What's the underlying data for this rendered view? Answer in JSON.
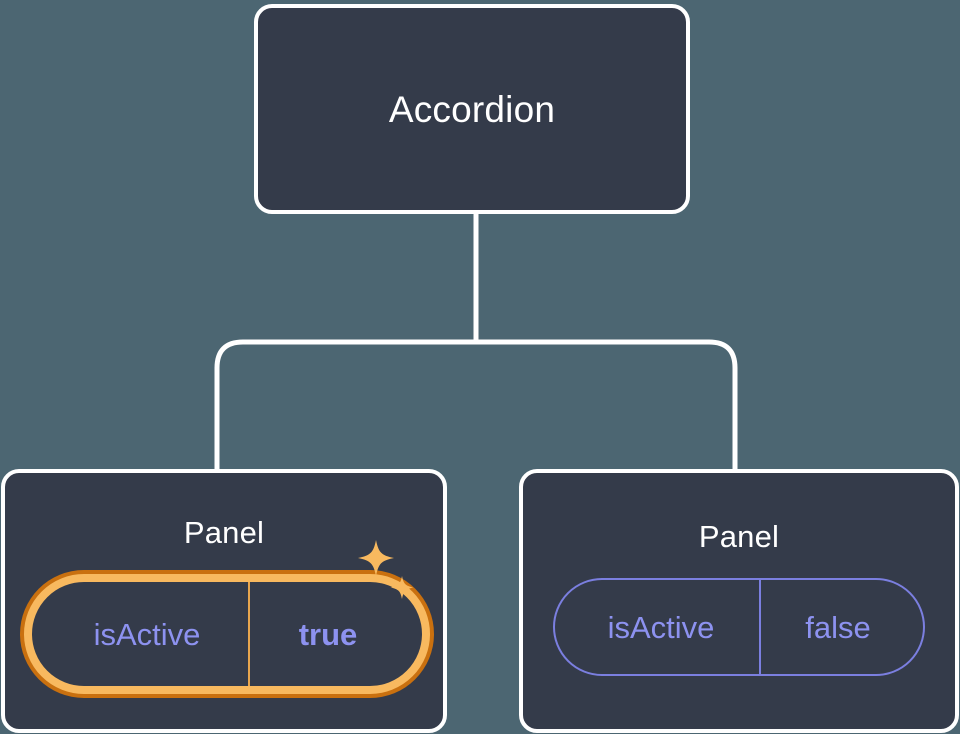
{
  "diagram": {
    "type": "component-tree",
    "background_color": "#4c6672",
    "node_fill": "#343b4a",
    "node_border": "#ffffff",
    "connector_color": "#ffffff",
    "root": {
      "label": "Accordion"
    },
    "children": [
      {
        "label": "Panel",
        "highlighted": true,
        "prop": {
          "key": "isActive",
          "value": "true",
          "key_color": "#8d92f0",
          "value_color": "#7b7fe0",
          "border_color": "#f8b95f",
          "glow_color": "#c9700f",
          "value_bold": true
        },
        "sparkles": [
          {
            "name": "sparkle-large-icon",
            "color": "#f8b95f"
          },
          {
            "name": "sparkle-small-icon",
            "color": "#f8b95f"
          }
        ]
      },
      {
        "label": "Panel",
        "highlighted": false,
        "prop": {
          "key": "isActive",
          "value": "false",
          "key_color": "#8d92f0",
          "value_color": "#8d92f0",
          "border_color": "#7b7fe0",
          "value_bold": false
        }
      }
    ]
  }
}
